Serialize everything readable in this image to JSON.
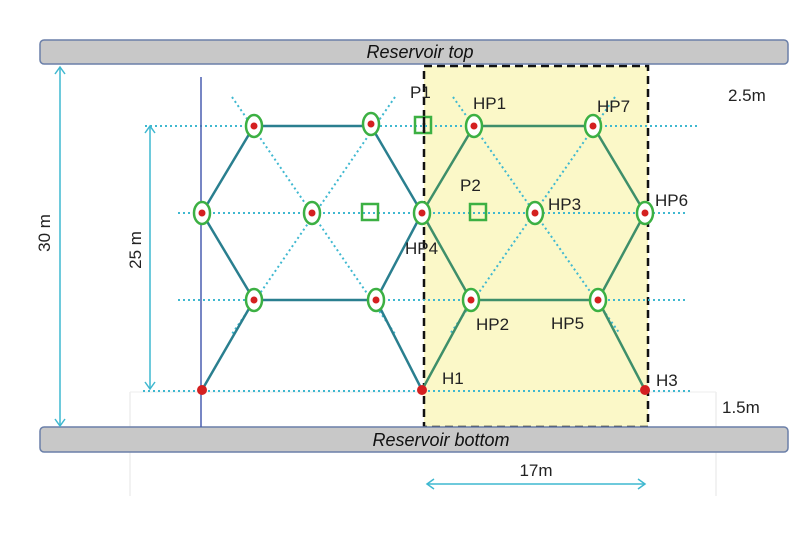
{
  "bars": {
    "top": "Reservoir top",
    "bottom": "Reservoir bottom"
  },
  "dimensions": {
    "height_total": "30 m",
    "height_pattern": "25 m",
    "top_offset": "2.5m",
    "bottom_offset": "1.5m",
    "width": "17m"
  },
  "labels": {
    "P1": "P1",
    "P2": "P2",
    "HP1": "HP1",
    "HP2": "HP2",
    "HP3": "HP3",
    "HP4": "HP4",
    "HP5": "HP5",
    "HP6": "HP6",
    "HP7": "HP7",
    "H1": "H1",
    "H3": "H3"
  },
  "colors": {
    "highlight": "#fbf8c8",
    "hex_edge": "#2a7f8f",
    "hex_edge_right": "#3e8f6a",
    "node_ring": "#3cb043",
    "node_dot": "#d42020",
    "dotted": "#3fb8d0",
    "bar": "#c8c8c8"
  }
}
